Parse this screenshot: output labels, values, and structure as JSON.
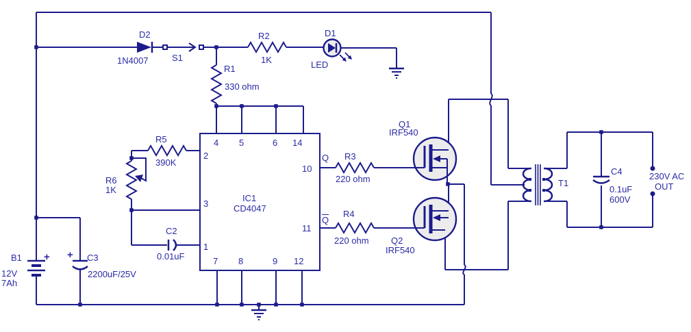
{
  "colors": {
    "wire": "#1b1b8c",
    "text": "#2a2aa6",
    "mosfet_fill": "#ececec",
    "background": "#ffffff"
  },
  "components": {
    "b1": {
      "ref": "B1",
      "plus": "+",
      "value1": "12V",
      "value2": "7Ah"
    },
    "c3": {
      "ref": "C3",
      "plus": "+",
      "value": "2200uF/25V"
    },
    "d2": {
      "ref": "D2",
      "value": "1N4007"
    },
    "s1": {
      "ref": "S1"
    },
    "r1": {
      "ref": "R1",
      "value": "330 ohm"
    },
    "r2": {
      "ref": "R2",
      "value": "1K"
    },
    "d1": {
      "ref": "D1",
      "value": "LED"
    },
    "r5": {
      "ref": "R5",
      "value": "390K"
    },
    "r6": {
      "ref": "R6",
      "value": "1K"
    },
    "c2": {
      "ref": "C2",
      "value": "0.01uF"
    },
    "ic1": {
      "ref": "IC1",
      "value": "CD4047",
      "q": "Q",
      "qbar": "Q",
      "pins": {
        "p1": "1",
        "p2": "2",
        "p3": "3",
        "p4": "4",
        "p5": "5",
        "p6": "6",
        "p7": "7",
        "p8": "8",
        "p9": "9",
        "p10": "10",
        "p11": "11",
        "p12": "12",
        "p14": "14"
      }
    },
    "r3": {
      "ref": "R3",
      "value": "220 ohm"
    },
    "r4": {
      "ref": "R4",
      "value": "220 ohm"
    },
    "q1": {
      "ref": "Q1",
      "value": "IRF540"
    },
    "q2": {
      "ref": "Q2",
      "value": "IRF540"
    },
    "t1": {
      "ref": "T1"
    },
    "c4": {
      "ref": "C4",
      "value1": "0.1uF",
      "value2": "600V"
    },
    "output": {
      "line1": "230V AC",
      "line2": "OUT"
    }
  }
}
